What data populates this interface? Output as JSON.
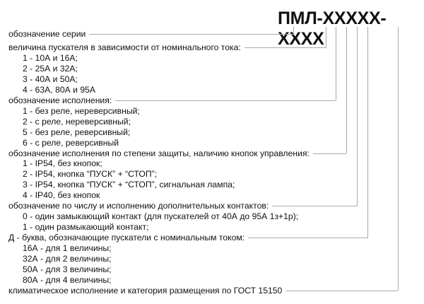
{
  "title": "ПМЛ-XXXXX-XXXX",
  "rows": [
    {
      "text": "обозначение серии",
      "connector": true
    },
    {
      "text": "величина пускателя в зависимости от номинального тока:",
      "connector": true
    },
    {
      "text": "1 - 10А и 16А;",
      "indent": true
    },
    {
      "text": "2 - 25А и 32А;",
      "indent": true
    },
    {
      "text": "3 - 40А и 50А;",
      "indent": true
    },
    {
      "text": "4 - 63А, 80А и 95А",
      "indent": true
    },
    {
      "text": "обозначение исполнения:",
      "connector": true
    },
    {
      "text": "1 - без реле, нереверсивный;",
      "indent": true
    },
    {
      "text": "2 - с реле, нереверсивный;",
      "indent": true
    },
    {
      "text": "5 - без реле, реверсивный;",
      "indent": true
    },
    {
      "text": "6 - с реле, реверсивный",
      "indent": true
    },
    {
      "text": "обозначение исполнения по степени защиты, наличию кнопок управления:",
      "connector": true
    },
    {
      "text": "1 - IP54, без кнопок;",
      "indent": true
    },
    {
      "text": "2 - IP54, кнопка “ПУСК” + “СТОП”;",
      "indent": true
    },
    {
      "text": "3 - IP54, кнопка “ПУСК” + “СТОП”, сигнальная лампа;",
      "indent": true
    },
    {
      "text": "4 - IP40, без кнопок",
      "indent": true
    },
    {
      "text": "обозначение по числу и исполнению дополнительных контактов:",
      "connector": true
    },
    {
      "text": "0 - один замыкающий контакт (для пускателей от 40А до 95А 1з+1р);",
      "indent": true
    },
    {
      "text": "1 - один размыкающий контакт;",
      "indent": true
    },
    {
      "text": "Д - буква, обозначающие пускатели с номинальным током:",
      "connector": true
    },
    {
      "text": "16А - для 1 величины;",
      "indent": true
    },
    {
      "text": "32А - для 2 величины;",
      "indent": true
    },
    {
      "text": "50А - для 3 величины;",
      "indent": true
    },
    {
      "text": "80А - для 4 величины;",
      "indent": true
    },
    {
      "text": "климатическое исполнение и категория размещения по ГОСТ 15150",
      "connector": true
    }
  ],
  "connector_color": "#aaaaaa"
}
